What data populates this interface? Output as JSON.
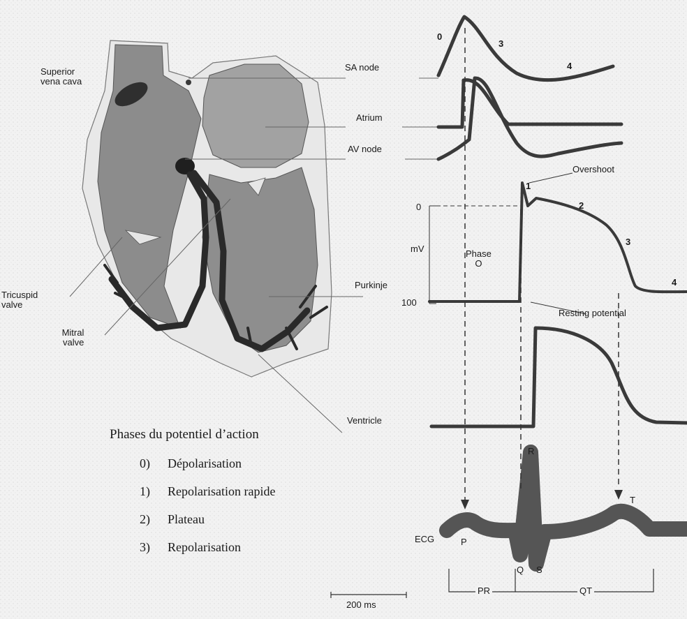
{
  "heart_labels": {
    "superior_vena_cava": [
      "Superior",
      "vena cava"
    ],
    "tricuspid_valve": [
      "Tricuspid",
      "valve"
    ],
    "mitral_valve": [
      "Mitral",
      "valve"
    ]
  },
  "trace_labels": {
    "sa_node": "SA node",
    "atrium": "Atrium",
    "av_node": "AV node",
    "purkinje": "Purkinje",
    "ventricle": "Ventricle",
    "ecg": "ECG"
  },
  "axis": {
    "zero": "0",
    "unit": "mV",
    "minus100": "100"
  },
  "purkinje_annotations": {
    "overshoot": "Overshoot",
    "resting_potential": "Resting potential",
    "phase_zero": [
      "Phase",
      "O"
    ],
    "phase_1": "1",
    "phase_2": "2",
    "phase_3": "3",
    "phase_4": "4"
  },
  "sa_annotations": {
    "phase_0": "0",
    "phase_3": "3",
    "phase_4": "4"
  },
  "ecg_waves": {
    "P": "P",
    "Q": "Q",
    "R": "R",
    "S": "S",
    "T": "T"
  },
  "intervals": {
    "pr": "PR",
    "qt": "QT",
    "scale": "200 ms"
  },
  "phases_legend": {
    "title": "Phases du potentiel d’action",
    "items": [
      {
        "num": "0)",
        "label": "Dépolarisation"
      },
      {
        "num": "1)",
        "label": "Repolarisation rapide"
      },
      {
        "num": "2)",
        "label": "Plateau"
      },
      {
        "num": "3)",
        "label": "Repolarisation"
      }
    ]
  },
  "colors": {
    "trace": "#3a3a3a",
    "heart_outer": "#a8a8a8",
    "heart_chamber": "#8a8a8a",
    "conduction": "#2a2a2a",
    "ecg_band": "#555555"
  }
}
